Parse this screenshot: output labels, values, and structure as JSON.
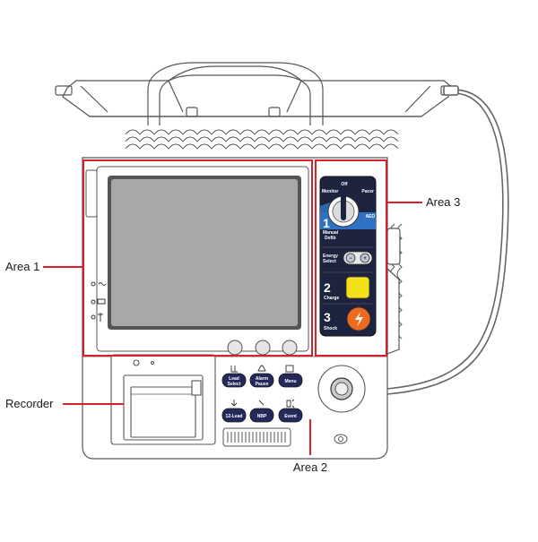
{
  "callouts": {
    "area1": "Area 1",
    "area2": "Area 2",
    "area3": "Area 3",
    "recorder": "Recorder"
  },
  "mode_dial": {
    "off": "Off",
    "monitor": "Monitor",
    "pacer": "Pacer",
    "aed": "AED",
    "step1_number": "1",
    "step1_label_a": "Manual",
    "step1_label_b": "Defib"
  },
  "energy": {
    "label_a": "Energy",
    "label_b": "Select",
    "minus": "−",
    "plus": "+"
  },
  "charge": {
    "number": "2",
    "label": "Charge"
  },
  "shock": {
    "number": "3",
    "label": "Shock"
  },
  "keys": {
    "lead_select_a": "Lead",
    "lead_select_b": "Select",
    "alarm_pause_a": "Alarm",
    "alarm_pause_b": "Pause",
    "menu": "Menu",
    "twelve_lead": "12-Lead",
    "nbp": "NBP",
    "event": "Event"
  },
  "colors": {
    "highlight_red": "#d6202a",
    "panel_navy": "#1e2340",
    "aed_blue": "#2f72c4",
    "charge_yellow": "#f3e01a",
    "shock_orange": "#ee6a1f",
    "screen_gray": "#a8a8a8",
    "outline": "#555555"
  }
}
